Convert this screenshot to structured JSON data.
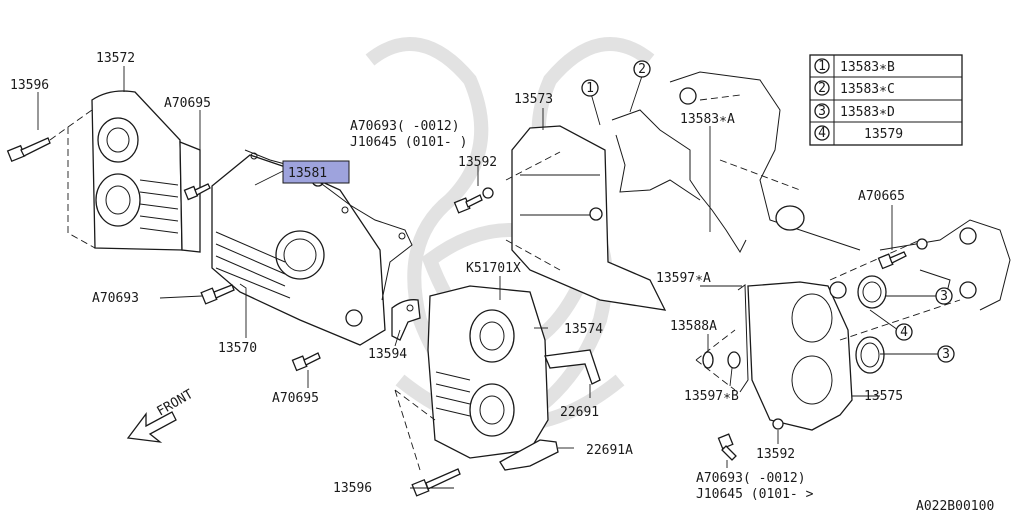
{
  "diagram": {
    "part_labels": {
      "p13572": "13572",
      "p13596_top": "13596",
      "pA70695_top": "A70695",
      "p13581": "13581",
      "pA70693_left": "A70693",
      "p13570": "13570",
      "p13594": "13594",
      "pA70695_bot": "A70695",
      "p13573": "13573",
      "pA70693_mid_1": "A70693(     -0012)",
      "pJ10645_mid_2": "J10645 (0101-     )",
      "p13592_top": "13592",
      "pK51701X": "K51701X",
      "p13574": "13574",
      "p22691": "22691",
      "p22691A": "22691A",
      "p13596_bot": "13596",
      "p13583A": "13583∗A",
      "pA70665": "A70665",
      "p13597A": "13597∗A",
      "p13588A": "13588A",
      "p13597B": "13597∗B",
      "p13575": "13575",
      "p13592_bot": "13592",
      "pA70693_bot_1": "A70693(     -0012)",
      "pJ10645_bot_2": "J10645 (0101-     >",
      "front": "FRONT",
      "diagram_code": "A022B00100"
    },
    "callouts": {
      "c1": "1",
      "c2": "2",
      "c3a": "3",
      "c3b": "3",
      "c4": "4"
    },
    "legend": [
      {
        "num": "1",
        "part": "13583∗B"
      },
      {
        "num": "2",
        "part": "13583∗C"
      },
      {
        "num": "3",
        "part": "13583∗D"
      },
      {
        "num": "4",
        "part": "13579"
      }
    ],
    "colors": {
      "line": "#1a1a1a",
      "highlight_fill": "#9ea3dd",
      "watermark": "#e2e2e2",
      "background": "#ffffff"
    }
  }
}
